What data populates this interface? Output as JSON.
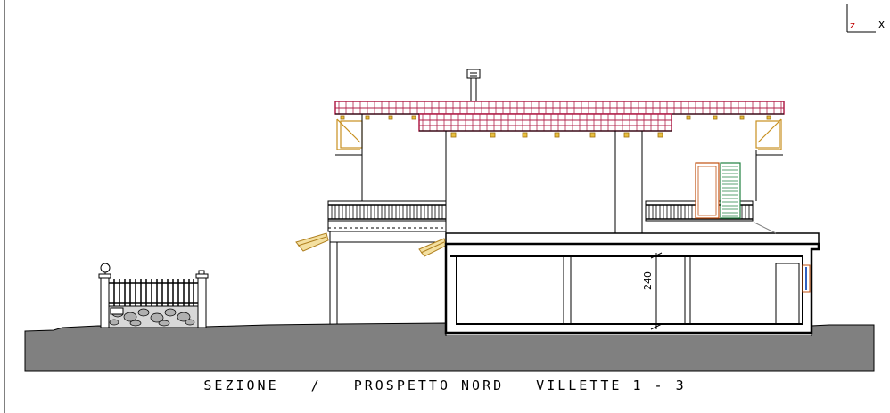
{
  "caption": {
    "part1": "SEZIONE",
    "sep": "/",
    "part2": "PROSPETTO NORD",
    "part3": "VILLETTE 1 - 3"
  },
  "dimension": {
    "height_label": "240"
  },
  "ucs": {
    "x_label": "x",
    "z_label": "z"
  },
  "colors": {
    "roof_tiles": "#b0204a",
    "wood_beams": "#d0a020",
    "ground": "#808080",
    "shutter": "#208040",
    "window_frame": "#c05010",
    "glass": "#3060c0"
  },
  "icons": [
    "ucs-axis-icon",
    "chimney-icon",
    "lamp-post-icon"
  ]
}
